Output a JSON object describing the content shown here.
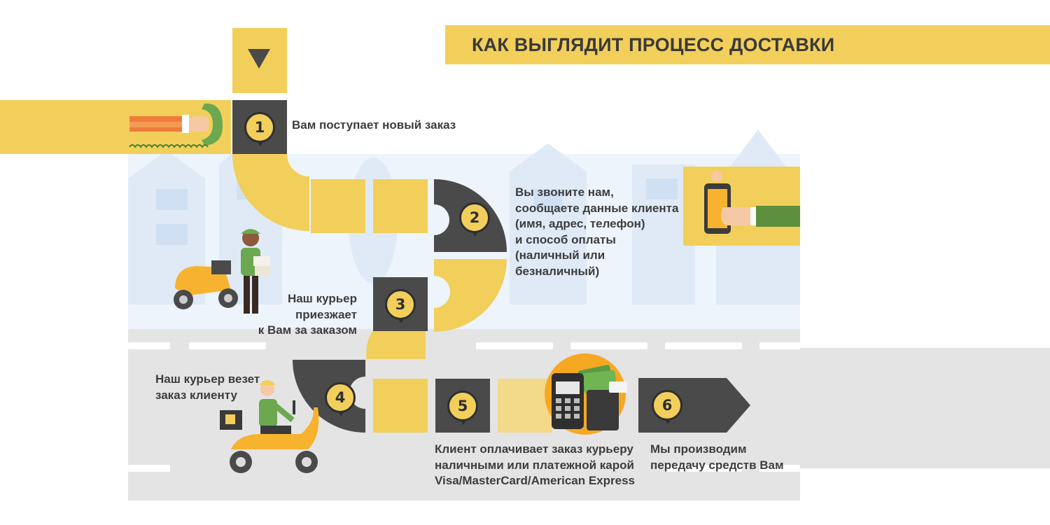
{
  "header": {
    "title": "КАК ВЫГЛЯДИТ ПРОЦЕСС ДОСТАВКИ"
  },
  "steps": [
    {
      "number": "1",
      "lines": [
        "Вам поступает новый заказ"
      ]
    },
    {
      "number": "2",
      "lines": [
        "Вы звоните нам,",
        "сообщаете данные клиента",
        "(имя, адрес, телефон)",
        "и способ оплаты",
        "(наличный или",
        "безналичный)"
      ]
    },
    {
      "number": "3",
      "lines": [
        "Наш курьер",
        "приезжает",
        "к Вам за заказом"
      ]
    },
    {
      "number": "4",
      "lines": [
        "Наш курьер везет",
        "заказ клиенту"
      ]
    },
    {
      "number": "5",
      "lines": [
        "Клиент оплачивает заказ курьеру",
        "наличными или платежной карой",
        "Visa/MasterCard/American Express"
      ]
    },
    {
      "number": "6",
      "lines": [
        "Мы производим",
        "передачу средств Вам"
      ]
    }
  ],
  "colors": {
    "accent": "#f2cf5b",
    "dark": "#4a4a4a",
    "road": "#e4e4e4",
    "sky": "#e6f1fb",
    "text": "#3d3d3d"
  },
  "icons": {
    "start": "down-triangle-icon",
    "step1": "phone-hand-icon",
    "step2": "smartphone-hand-icon",
    "step3": "courier-with-scooter-icon",
    "step4": "courier-riding-scooter-icon",
    "step5": "payment-terminal-icon",
    "step6": "arrow-end-icon"
  }
}
